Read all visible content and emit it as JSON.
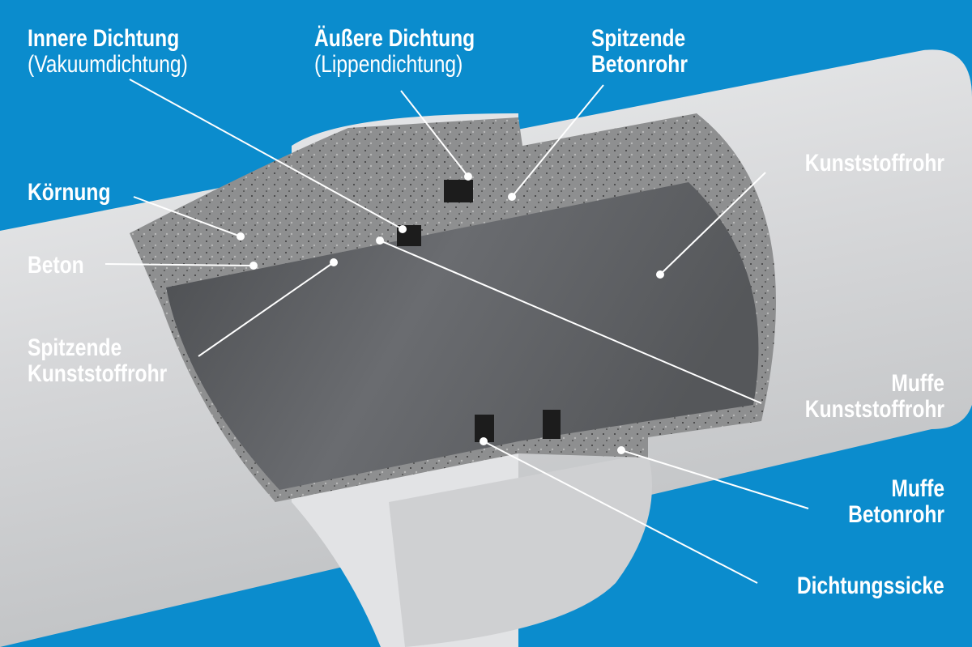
{
  "colors": {
    "background": "#0b8ccd",
    "pipe": "#d9dadc",
    "concrete": "#8f9091",
    "plastic_inner": "#5d5f62",
    "seal": "#1c1c1c",
    "label": "#ffffff"
  },
  "labels": {
    "inner_seal": {
      "title": "Innere Dichtung",
      "sub": "(Vakuumdichtung)"
    },
    "outer_seal": {
      "title": "Äußere Dichtung",
      "sub": "(Lippendichtung)"
    },
    "spigot_concrete": {
      "line1": "Spitzende",
      "line2": "Betonrohr"
    },
    "grain": "Körnung",
    "concrete": "Beton",
    "spigot_plastic": {
      "line1": "Spitzende",
      "line2": "Kunststoffrohr"
    },
    "plastic_pipe": "Kunststoffrohr",
    "socket_plastic": {
      "line1": "Muffe",
      "line2": "Kunststoffrohr"
    },
    "socket_concrete": {
      "line1": "Muffe",
      "line2": "Betonrohr"
    },
    "seal_groove": "Dichtungssicke"
  }
}
